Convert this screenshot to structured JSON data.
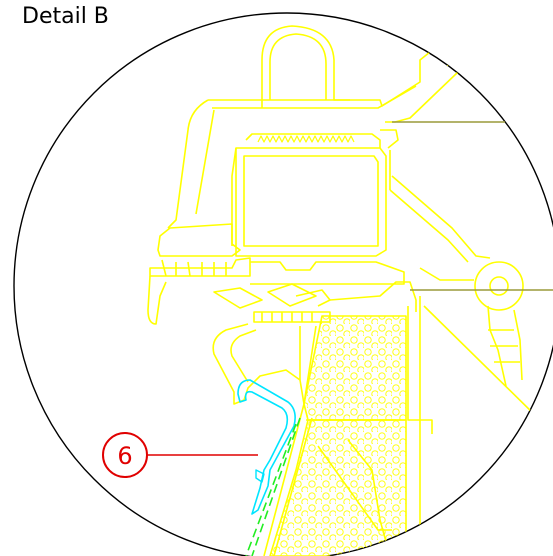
{
  "title": "Detail B",
  "callouts": [
    {
      "id": "6",
      "label": "6"
    }
  ],
  "colors": {
    "outline": "#000000",
    "profile": "#ffff00",
    "glazing_bead": "#00e5ff",
    "membrane": "#22ee22",
    "callout": "#e00000",
    "leader": "#9a9a3a"
  }
}
